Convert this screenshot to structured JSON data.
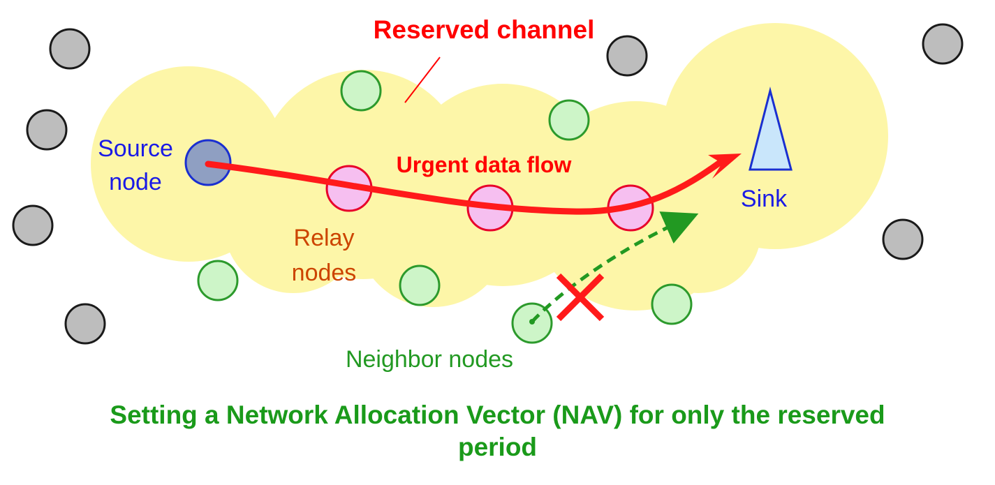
{
  "labels": {
    "reserved_channel": "Reserved channel",
    "source": [
      "Source",
      "node"
    ],
    "urgent_flow": "Urgent data flow",
    "relay": [
      "Relay",
      "nodes"
    ],
    "sink": "Sink",
    "neighbor": "Neighbor nodes"
  },
  "caption": {
    "line1": "Setting a Network Allocation Vector (NAV) for only the reserved",
    "line2": "period"
  },
  "colors": {
    "reserved_region": "#fdf6a8",
    "idle_node_fill": "#bdbdbd",
    "idle_node_stroke": "#1a1a1a",
    "neighbor_node_fill": "#cdf5c8",
    "neighbor_node_stroke": "#2c9a2c",
    "relay_node_fill": "#f6bff0",
    "relay_node_stroke": "#e8002a",
    "source_node_fill": "#8f9fc2",
    "source_node_stroke": "#1a2fd0",
    "sink_fill": "#c9e6fb",
    "sink_stroke": "#1a2fd0",
    "flow_arrow": "#ff1a1a",
    "blocked_arrow": "#229922",
    "blocked_mark": "#ff1a1a",
    "label_red": "#ff0000",
    "label_blue": "#1a1ae6",
    "label_orange": "#cc4400",
    "label_green": "#229922",
    "caption_green": "#1a9a1a"
  }
}
